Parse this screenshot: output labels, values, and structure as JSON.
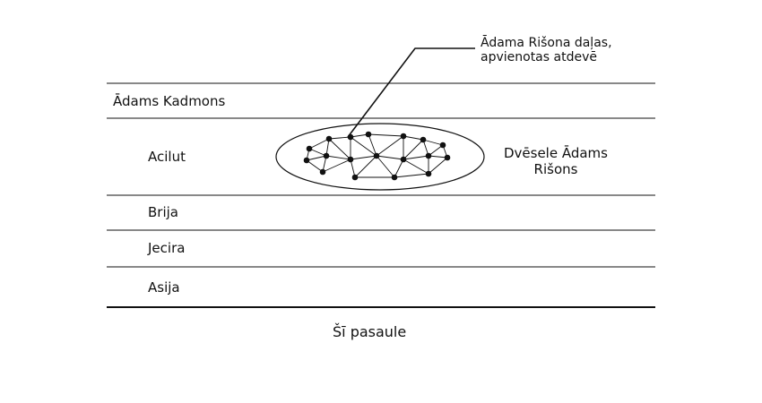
{
  "callout": {
    "line1": "Ādama Rišona daļas,",
    "line2": "apvienotas atdevē"
  },
  "worlds": [
    {
      "label": "Ādams Kadmons"
    },
    {
      "label": "Acilut"
    },
    {
      "label": "Brija"
    },
    {
      "label": "Jecira"
    },
    {
      "label": "Asija"
    }
  ],
  "soul": {
    "line1": "Dvēsele Ādams",
    "line2": "Rišons"
  },
  "this_world": "Šī pasaule"
}
